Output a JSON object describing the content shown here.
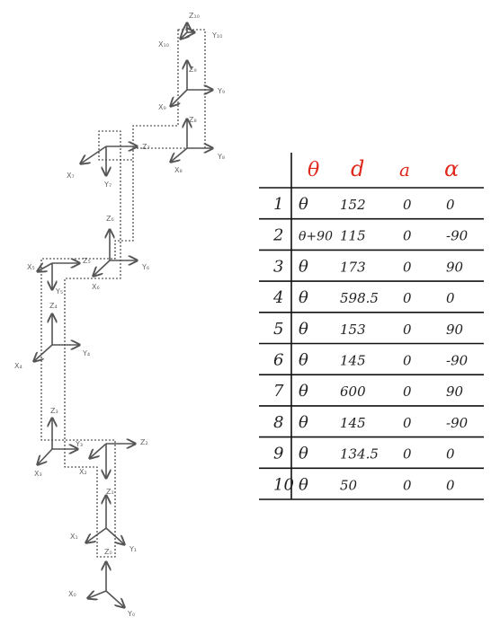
{
  "table": {
    "headers": [
      "θ",
      "d",
      "a",
      "α"
    ],
    "rows": [
      {
        "n": "1",
        "theta": "θ",
        "d": "152",
        "a": "0",
        "alpha": "0"
      },
      {
        "n": "2",
        "theta": "θ+90",
        "d": "115",
        "a": "0",
        "alpha": "-90"
      },
      {
        "n": "3",
        "theta": "θ",
        "d": "173",
        "a": "0",
        "alpha": "90"
      },
      {
        "n": "4",
        "theta": "θ",
        "d": "598.5",
        "a": "0",
        "alpha": "0"
      },
      {
        "n": "5",
        "theta": "θ",
        "d": "153",
        "a": "0",
        "alpha": "90"
      },
      {
        "n": "6",
        "theta": "θ",
        "d": "145",
        "a": "0",
        "alpha": "-90"
      },
      {
        "n": "7",
        "theta": "θ",
        "d": "600",
        "a": "0",
        "alpha": "90"
      },
      {
        "n": "8",
        "theta": "θ",
        "d": "145",
        "a": "0",
        "alpha": "-90"
      },
      {
        "n": "9",
        "theta": "θ",
        "d": "134.5",
        "a": "0",
        "alpha": "0"
      },
      {
        "n": "10",
        "theta": "θ",
        "d": "50",
        "a": "0",
        "alpha": "0"
      }
    ]
  },
  "frames": [
    {
      "z": "Z₀",
      "x": "X₀",
      "y": "Y₀"
    },
    {
      "z": "Z₁",
      "x": "X₁",
      "y": "Y₁"
    },
    {
      "z": "Z₂",
      "x": "X₂",
      "y": ""
    },
    {
      "z": "Z₃",
      "x": "X₃",
      "y": "Y₃"
    },
    {
      "z": "Z₄",
      "x": "X₄",
      "y": "Y₄"
    },
    {
      "z": "Z₅",
      "x": "X₅",
      "y": "Y₅"
    },
    {
      "z": "Z₆",
      "x": "X₆",
      "y": "Y₆"
    },
    {
      "z": "Z₇",
      "x": "X₇",
      "y": "Y₇"
    },
    {
      "z": "Z₈",
      "x": "X₈",
      "y": "Y₈"
    },
    {
      "z": "Z₉",
      "x": "X₉",
      "y": "Y₉"
    },
    {
      "z": "Z₁₀",
      "x": "X₁₀",
      "y": "Y₁₀"
    }
  ],
  "colors": {
    "header": "#e0281c",
    "axis": "#555555",
    "grid": "#111111",
    "chain": "#333333"
  }
}
